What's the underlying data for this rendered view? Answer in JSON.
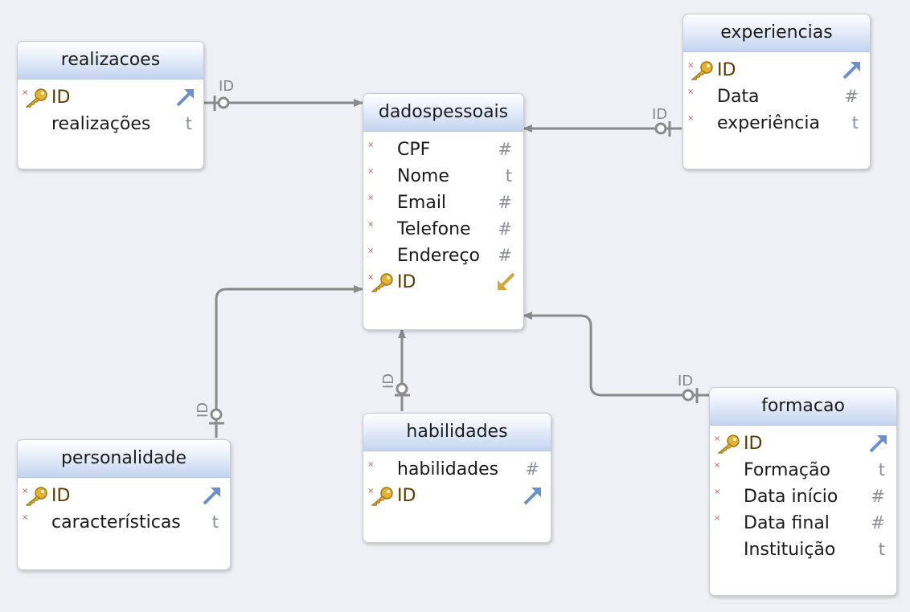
{
  "relation_label": "ID",
  "tables": {
    "realizacoes": {
      "title": "realizacoes",
      "fields": [
        {
          "name": "ID",
          "type": ""
        },
        {
          "name": "realizações",
          "type": "t"
        }
      ]
    },
    "dadospessoais": {
      "title": "dadospessoais",
      "fields": [
        {
          "name": "CPF",
          "type": "#"
        },
        {
          "name": "Nome",
          "type": "t"
        },
        {
          "name": "Email",
          "type": "#"
        },
        {
          "name": "Telefone",
          "type": "#"
        },
        {
          "name": "Endereço",
          "type": "#"
        },
        {
          "name": "ID",
          "type": ""
        }
      ]
    },
    "experiencias": {
      "title": "experiencias",
      "fields": [
        {
          "name": "ID",
          "type": ""
        },
        {
          "name": "Data",
          "type": "#"
        },
        {
          "name": "experiência",
          "type": "t"
        }
      ]
    },
    "personalidade": {
      "title": "personalidade",
      "fields": [
        {
          "name": "ID",
          "type": ""
        },
        {
          "name": "características",
          "type": "t"
        }
      ]
    },
    "habilidades": {
      "title": "habilidades",
      "fields": [
        {
          "name": "habilidades",
          "type": "#"
        },
        {
          "name": "ID",
          "type": ""
        }
      ]
    },
    "formacao": {
      "title": "formacao",
      "fields": [
        {
          "name": "ID",
          "type": ""
        },
        {
          "name": "Formação",
          "type": "t"
        },
        {
          "name": "Data início",
          "type": "#"
        },
        {
          "name": "Data final",
          "type": "#"
        },
        {
          "name": "Instituição",
          "type": "t"
        }
      ]
    }
  },
  "colors": {
    "canvas": "#eef0f5",
    "connector": "#8a8a8a",
    "header_gradient_end": "#c3d3ef",
    "key_icon": "#e2b23a",
    "pk_arrow": "#6d8ec9",
    "fk_arrow": "#d4a437"
  }
}
